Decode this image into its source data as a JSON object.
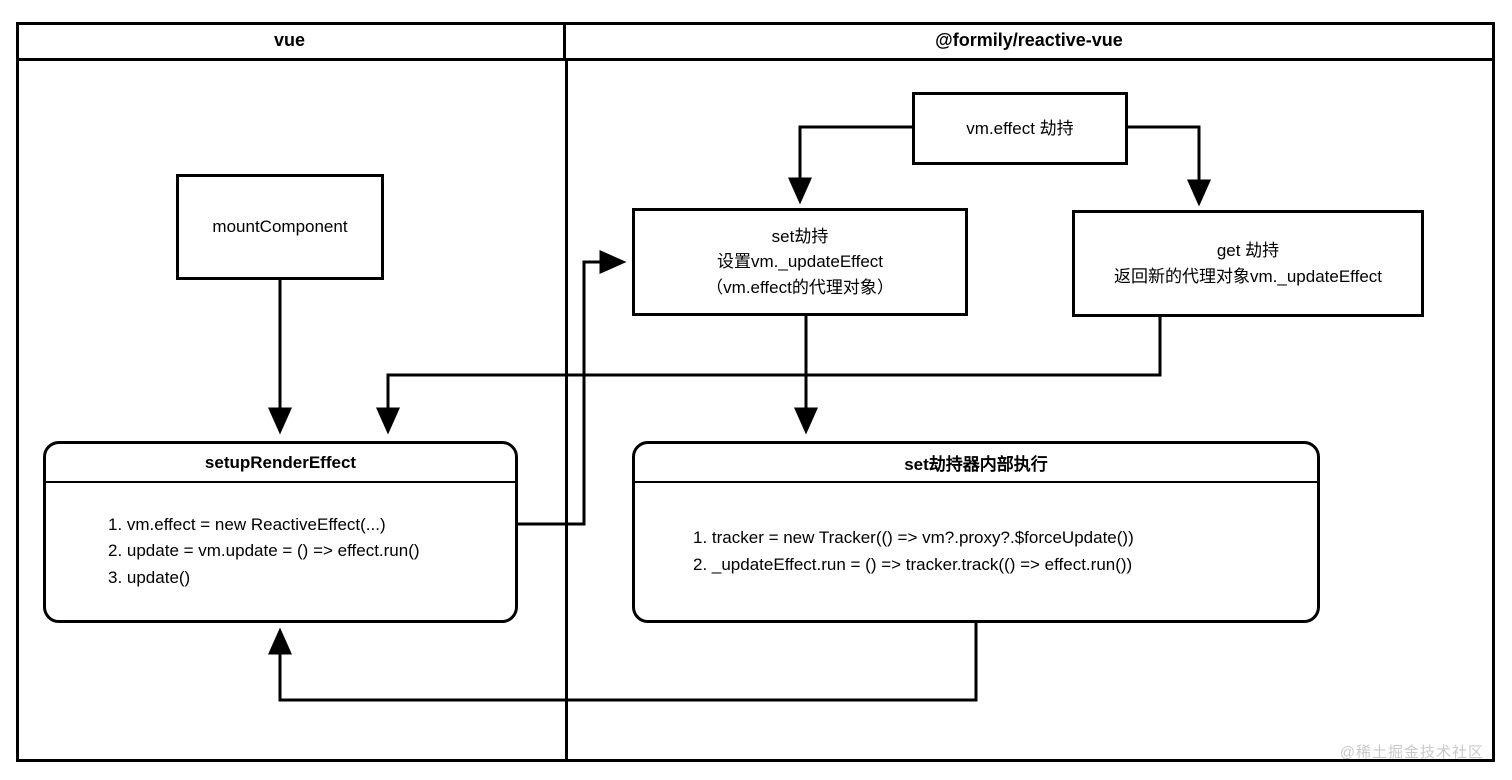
{
  "diagram": {
    "title_columns": [
      {
        "id": "vue",
        "label": "vue"
      },
      {
        "id": "formily-reactive-vue",
        "label": "@formily/reactive-vue"
      }
    ],
    "watermark": "@稀土掘金技术社区",
    "stroke_color": "#000000",
    "background_color": "#ffffff",
    "nodes": {
      "mount_component": {
        "label": "mountComponent"
      },
      "vm_effect_hijack": {
        "label": "vm.effect 劫持"
      },
      "set_hijack": {
        "lines": [
          "set劫持",
          "设置vm._updateEffect",
          "（vm.effect的代理对象）"
        ]
      },
      "get_hijack": {
        "lines": [
          "get 劫持",
          "返回新的代理对象vm._updateEffect"
        ]
      },
      "setup_render_effect": {
        "title": "setupRenderEffect",
        "lines": [
          "1. vm.effect = new ReactiveEffect(...)",
          "2. update = vm.update = () => effect.run()",
          "3. update()"
        ]
      },
      "set_hijack_internal": {
        "title": "set劫持器内部执行",
        "lines": [
          "1. tracker = new Tracker(() => vm?.proxy?.$forceUpdate())",
          "2. _updateEffect.run = () => tracker.track(() => effect.run())"
        ]
      }
    },
    "edges": [
      {
        "id": "mountcomponent-to-setuprendereffect",
        "from": "mount_component",
        "to": "setup_render_effect"
      },
      {
        "id": "vmeffect-to-sethijack",
        "from": "vm_effect_hijack",
        "to": "set_hijack"
      },
      {
        "id": "vmeffect-to-gethijack",
        "from": "vm_effect_hijack",
        "to": "get_hijack"
      },
      {
        "id": "gethijack-to-setuprendereffect",
        "from": "get_hijack",
        "to": "setup_render_effect"
      },
      {
        "id": "setuprendereffect-to-sethijack",
        "from": "setup_render_effect",
        "to": "set_hijack"
      },
      {
        "id": "sethijack-to-sethijackinternal",
        "from": "set_hijack",
        "to": "set_hijack_internal"
      },
      {
        "id": "sethijackinternal-to-setuprendereffect",
        "from": "set_hijack_internal",
        "to": "setup_render_effect"
      }
    ]
  }
}
